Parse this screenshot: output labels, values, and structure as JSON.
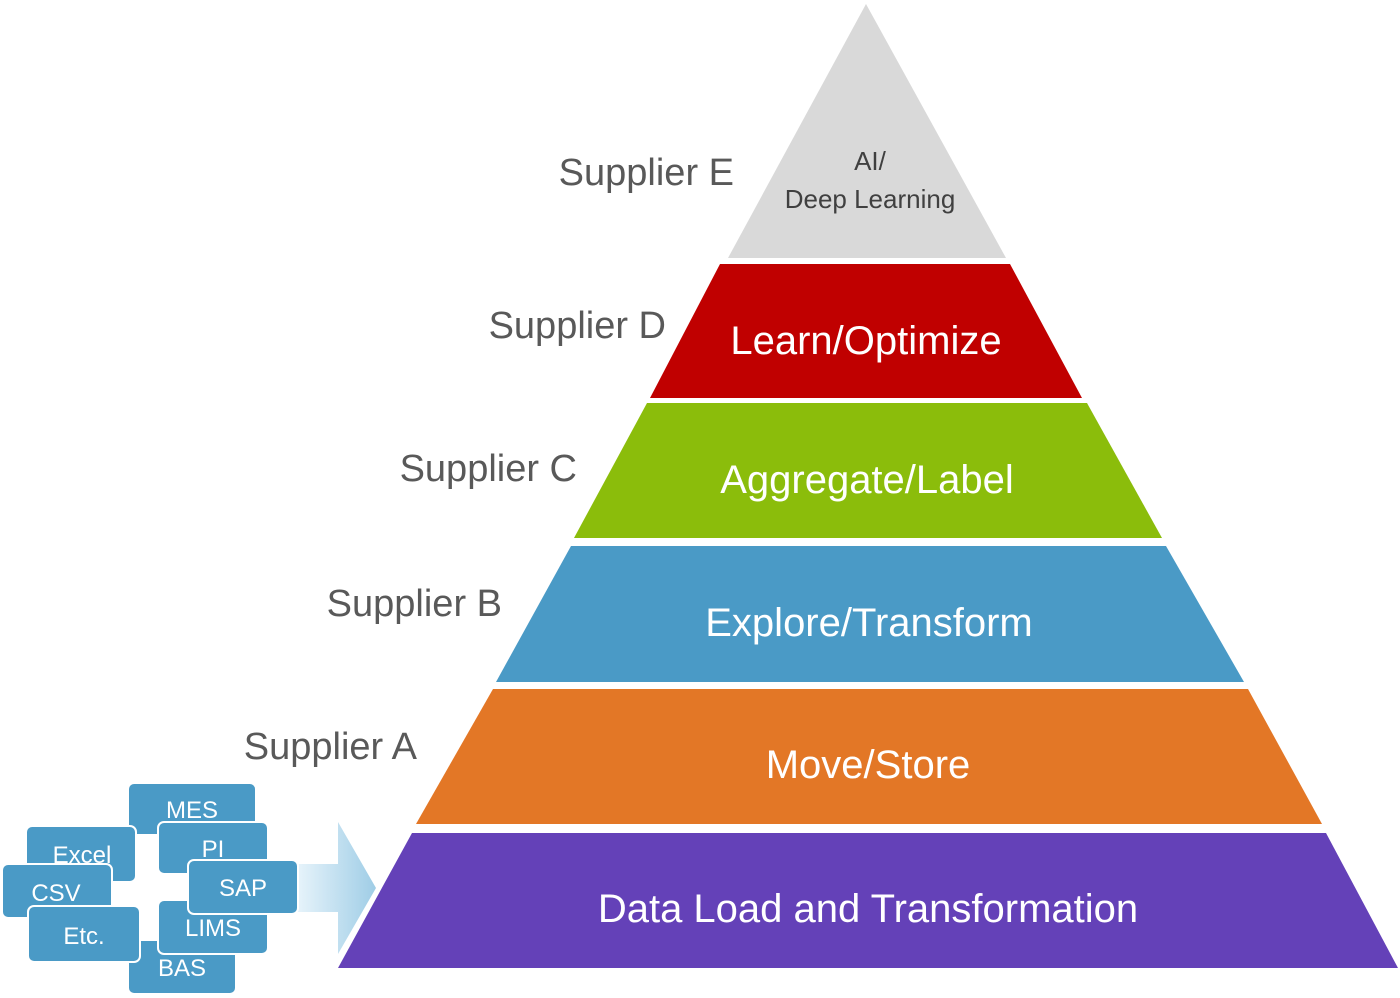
{
  "tiers": [
    {
      "label": "Data Load and Transformation",
      "color": "#6441b8",
      "text_color": "#ffffff"
    },
    {
      "label": "Move/Store",
      "color": "#e37726",
      "text_color": "#ffffff"
    },
    {
      "label": "Explore/Transform",
      "supplier": "Supplier B",
      "color": "#4a9ac6",
      "text_color": "#ffffff"
    },
    {
      "label": "Aggregate/Label",
      "supplier": "Supplier C",
      "color": "#8bbd0b",
      "text_color": "#ffffff"
    },
    {
      "label": "Learn/Optimize",
      "supplier": "Supplier D",
      "color": "#c00000",
      "text_color": "#ffffff"
    },
    {
      "label_lines": [
        "AI/",
        "Deep Learning"
      ],
      "supplier": "Supplier E",
      "color": "#d9d9d9",
      "text_color": "#404040"
    }
  ],
  "supplier_a": "Supplier A",
  "sources": [
    "MES",
    "Excel",
    "PI",
    "CSV",
    "SAP",
    "Etc.",
    "LIMS",
    "BAS"
  ],
  "colors": {
    "source_box": "#4a9ac6",
    "source_box_border": "#3a7fa6",
    "supplier_text": "#595959",
    "arrow": "#a8d3ea"
  }
}
